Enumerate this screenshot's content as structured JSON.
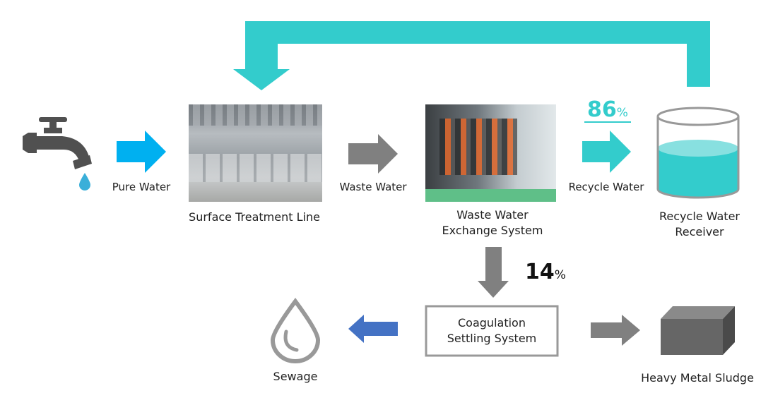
{
  "colors": {
    "recycle": "#33CCCC",
    "pure": "#00B0F0",
    "waste": "#808080",
    "sewage": "#4472C4",
    "faucet": "#505050"
  },
  "labels": {
    "pure_water": "Pure Water",
    "surface_treatment": "Surface Treatment Line",
    "waste_water": "Waste Water",
    "exchange_line1": "Waste Water",
    "exchange_line2": "Exchange System",
    "recycle_water": "Recycle Water",
    "receiver_line1": "Recycle Water",
    "receiver_line2": "Receiver",
    "coag_line1": "Coagulation",
    "coag_line2": "Settling System",
    "sewage": "Sewage",
    "sludge": "Heavy Metal Sludge"
  },
  "recycle_pct": {
    "value": "86",
    "unit": "%"
  },
  "waste_pct": {
    "value": "14",
    "unit": "%"
  },
  "icons": [
    "faucet-icon",
    "water-drop-icon",
    "photo-surface-treatment",
    "photo-exchange-system",
    "water-container-icon",
    "sewage-drop-icon",
    "sludge-cube-icon"
  ]
}
